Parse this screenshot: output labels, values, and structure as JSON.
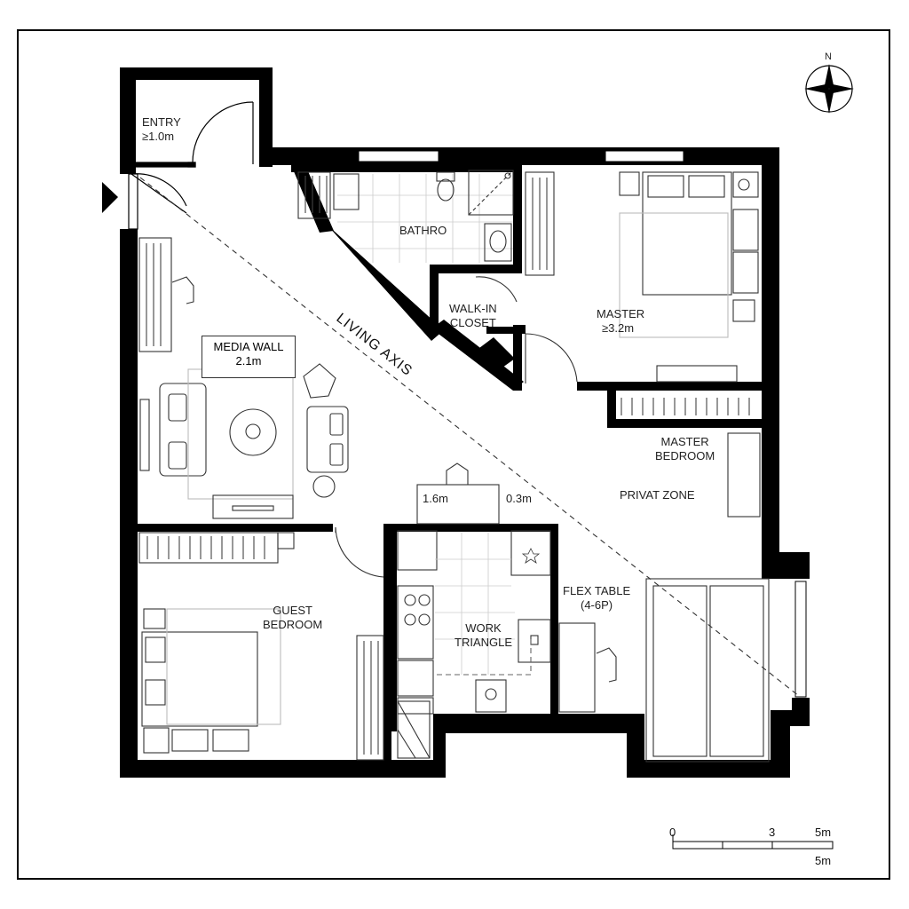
{
  "rooms": {
    "entry": {
      "name": "ENTRY",
      "dim": "≥1.0m"
    },
    "bath": {
      "name": "BATHRO"
    },
    "closet": {
      "line1": "WALK-IN",
      "line2": "CLOSET"
    },
    "master": {
      "name": "MASTER",
      "dim": "≥3.2m"
    },
    "media": {
      "name": "MEDIA WALL",
      "dim": "2.1m"
    },
    "master_bedroom": {
      "line1": "MASTER",
      "line2": "BEDROOM"
    },
    "private_zone": "PRIVAT ZONE",
    "guest": {
      "line1": "GUEST",
      "line2": "BEDROOM"
    },
    "work": {
      "line1": "WORK",
      "line2": "TRIANGLE"
    },
    "flex": {
      "line1": "FLEX TABLE",
      "line2": "(4-6P)"
    }
  },
  "axis_label": "LIVING AXIS",
  "dims": {
    "left": "1.6m",
    "right": "0.3m"
  },
  "compass": {
    "north": "N"
  },
  "scale": {
    "t0": "0",
    "t3": "3",
    "t5": "5m",
    "unit": "5m"
  },
  "colors": {
    "wall": "#000000",
    "line": "#333333",
    "grid": "#cccccc"
  }
}
